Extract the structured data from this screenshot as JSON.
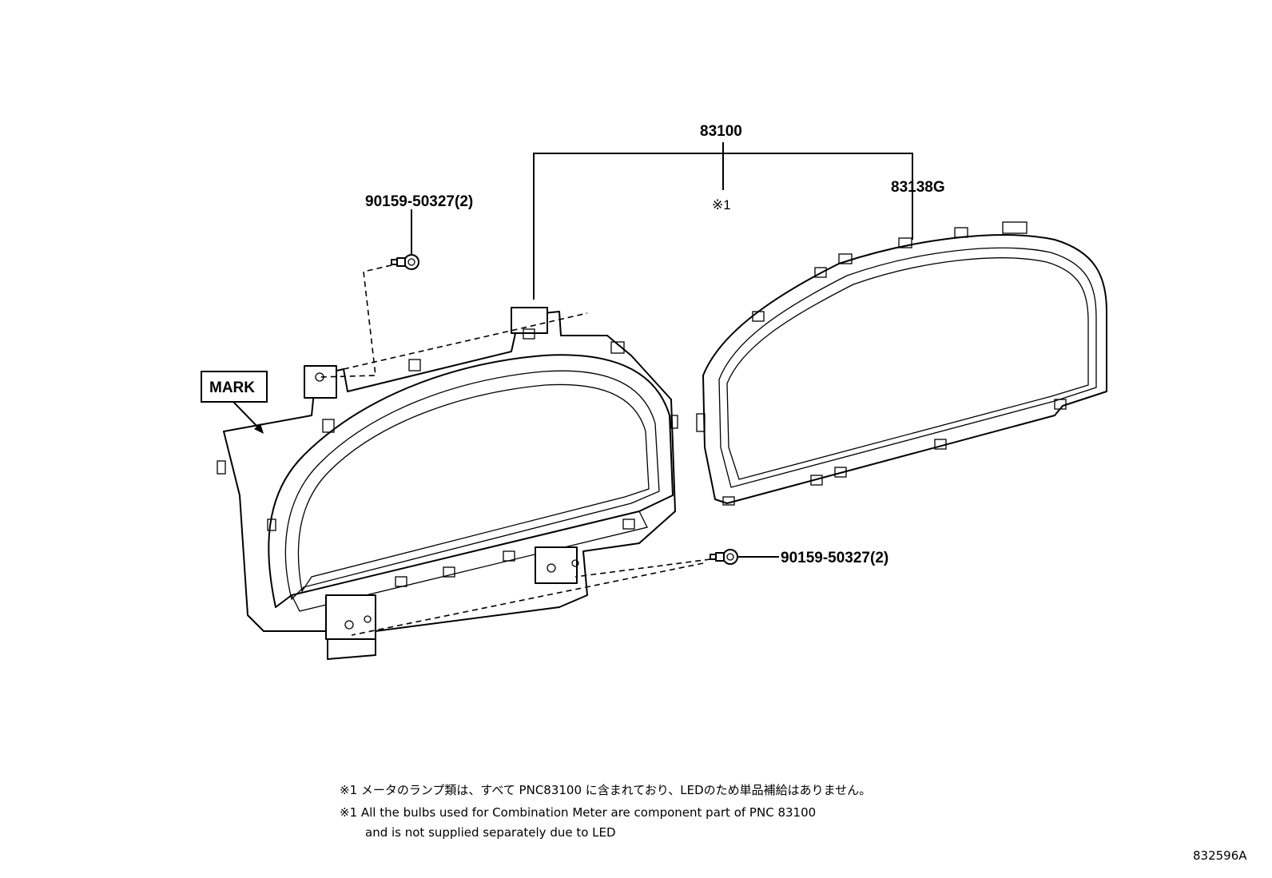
{
  "labels": {
    "assembly": "83100",
    "note_ref": "※1",
    "glass": "83138G",
    "screw_top": "90159-50327(2)",
    "screw_bottom": "90159-50327(2)",
    "mark": "MARK"
  },
  "notes": {
    "jp": "※1 メータのランプ類は、すべて PNC83100 に含まれており、LEDのため単品補給はありません。",
    "en_line1": "※1 All the bulbs used for Combination Meter are component part of PNC 83100",
    "en_line2": "and is not supplied separately due to LED"
  },
  "illustration_id": "832596A"
}
